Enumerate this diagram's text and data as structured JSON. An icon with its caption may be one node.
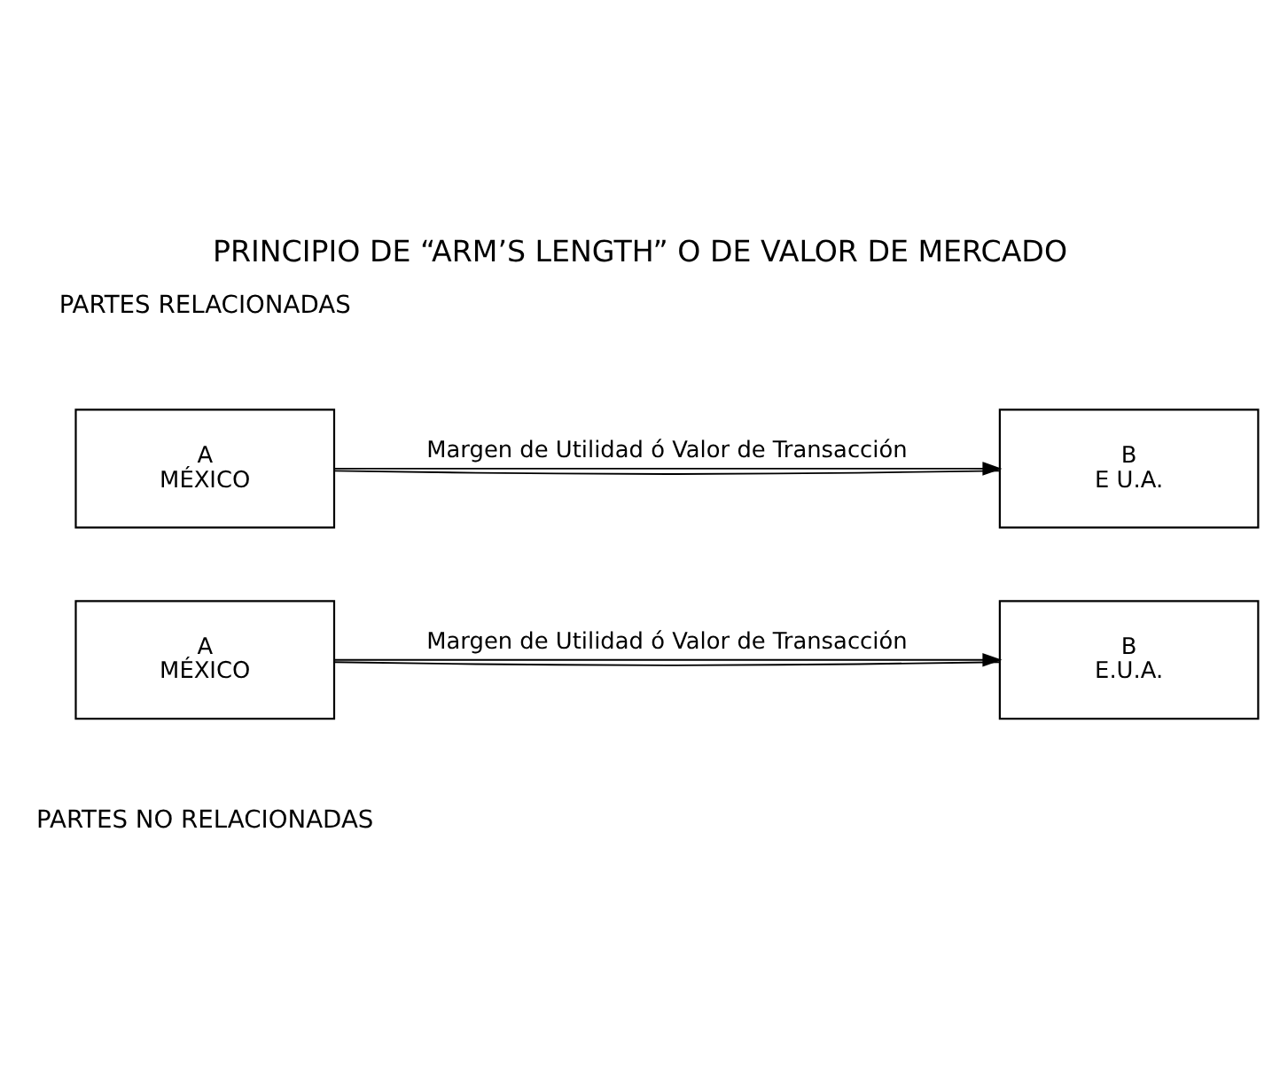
{
  "diagram": {
    "title": "PRINCIPIO DE “ARM’S LENGTH” O DE VALOR DE MERCADO",
    "nodes": [
      {
        "text": [
          "A",
          "MÉXICO"
        ]
      },
      {
        "text": [
          "B",
          "E U.A."
        ]
      },
      {
        "text": [
          "A",
          "MÉXICO"
        ]
      },
      {
        "text": [
          "B",
          "E.U.A."
        ]
      }
    ],
    "edges": [
      {
        "from": 0,
        "to": 1,
        "arrow": "none"
      },
      {
        "from": 0,
        "to": 1,
        "arrow": "to",
        "label": "Margen de Utilidad ó Valor de Transacción"
      },
      {
        "from": 2,
        "to": 3,
        "arrow": "to",
        "label": "Margen de Utilidad ó Valor de Transacción"
      },
      {
        "from": 2,
        "to": 3,
        "arrow": "none"
      }
    ],
    "labels": [
      "PARTES RELACIONADAS",
      "PARTES NO RELACIONADAS"
    ]
  }
}
